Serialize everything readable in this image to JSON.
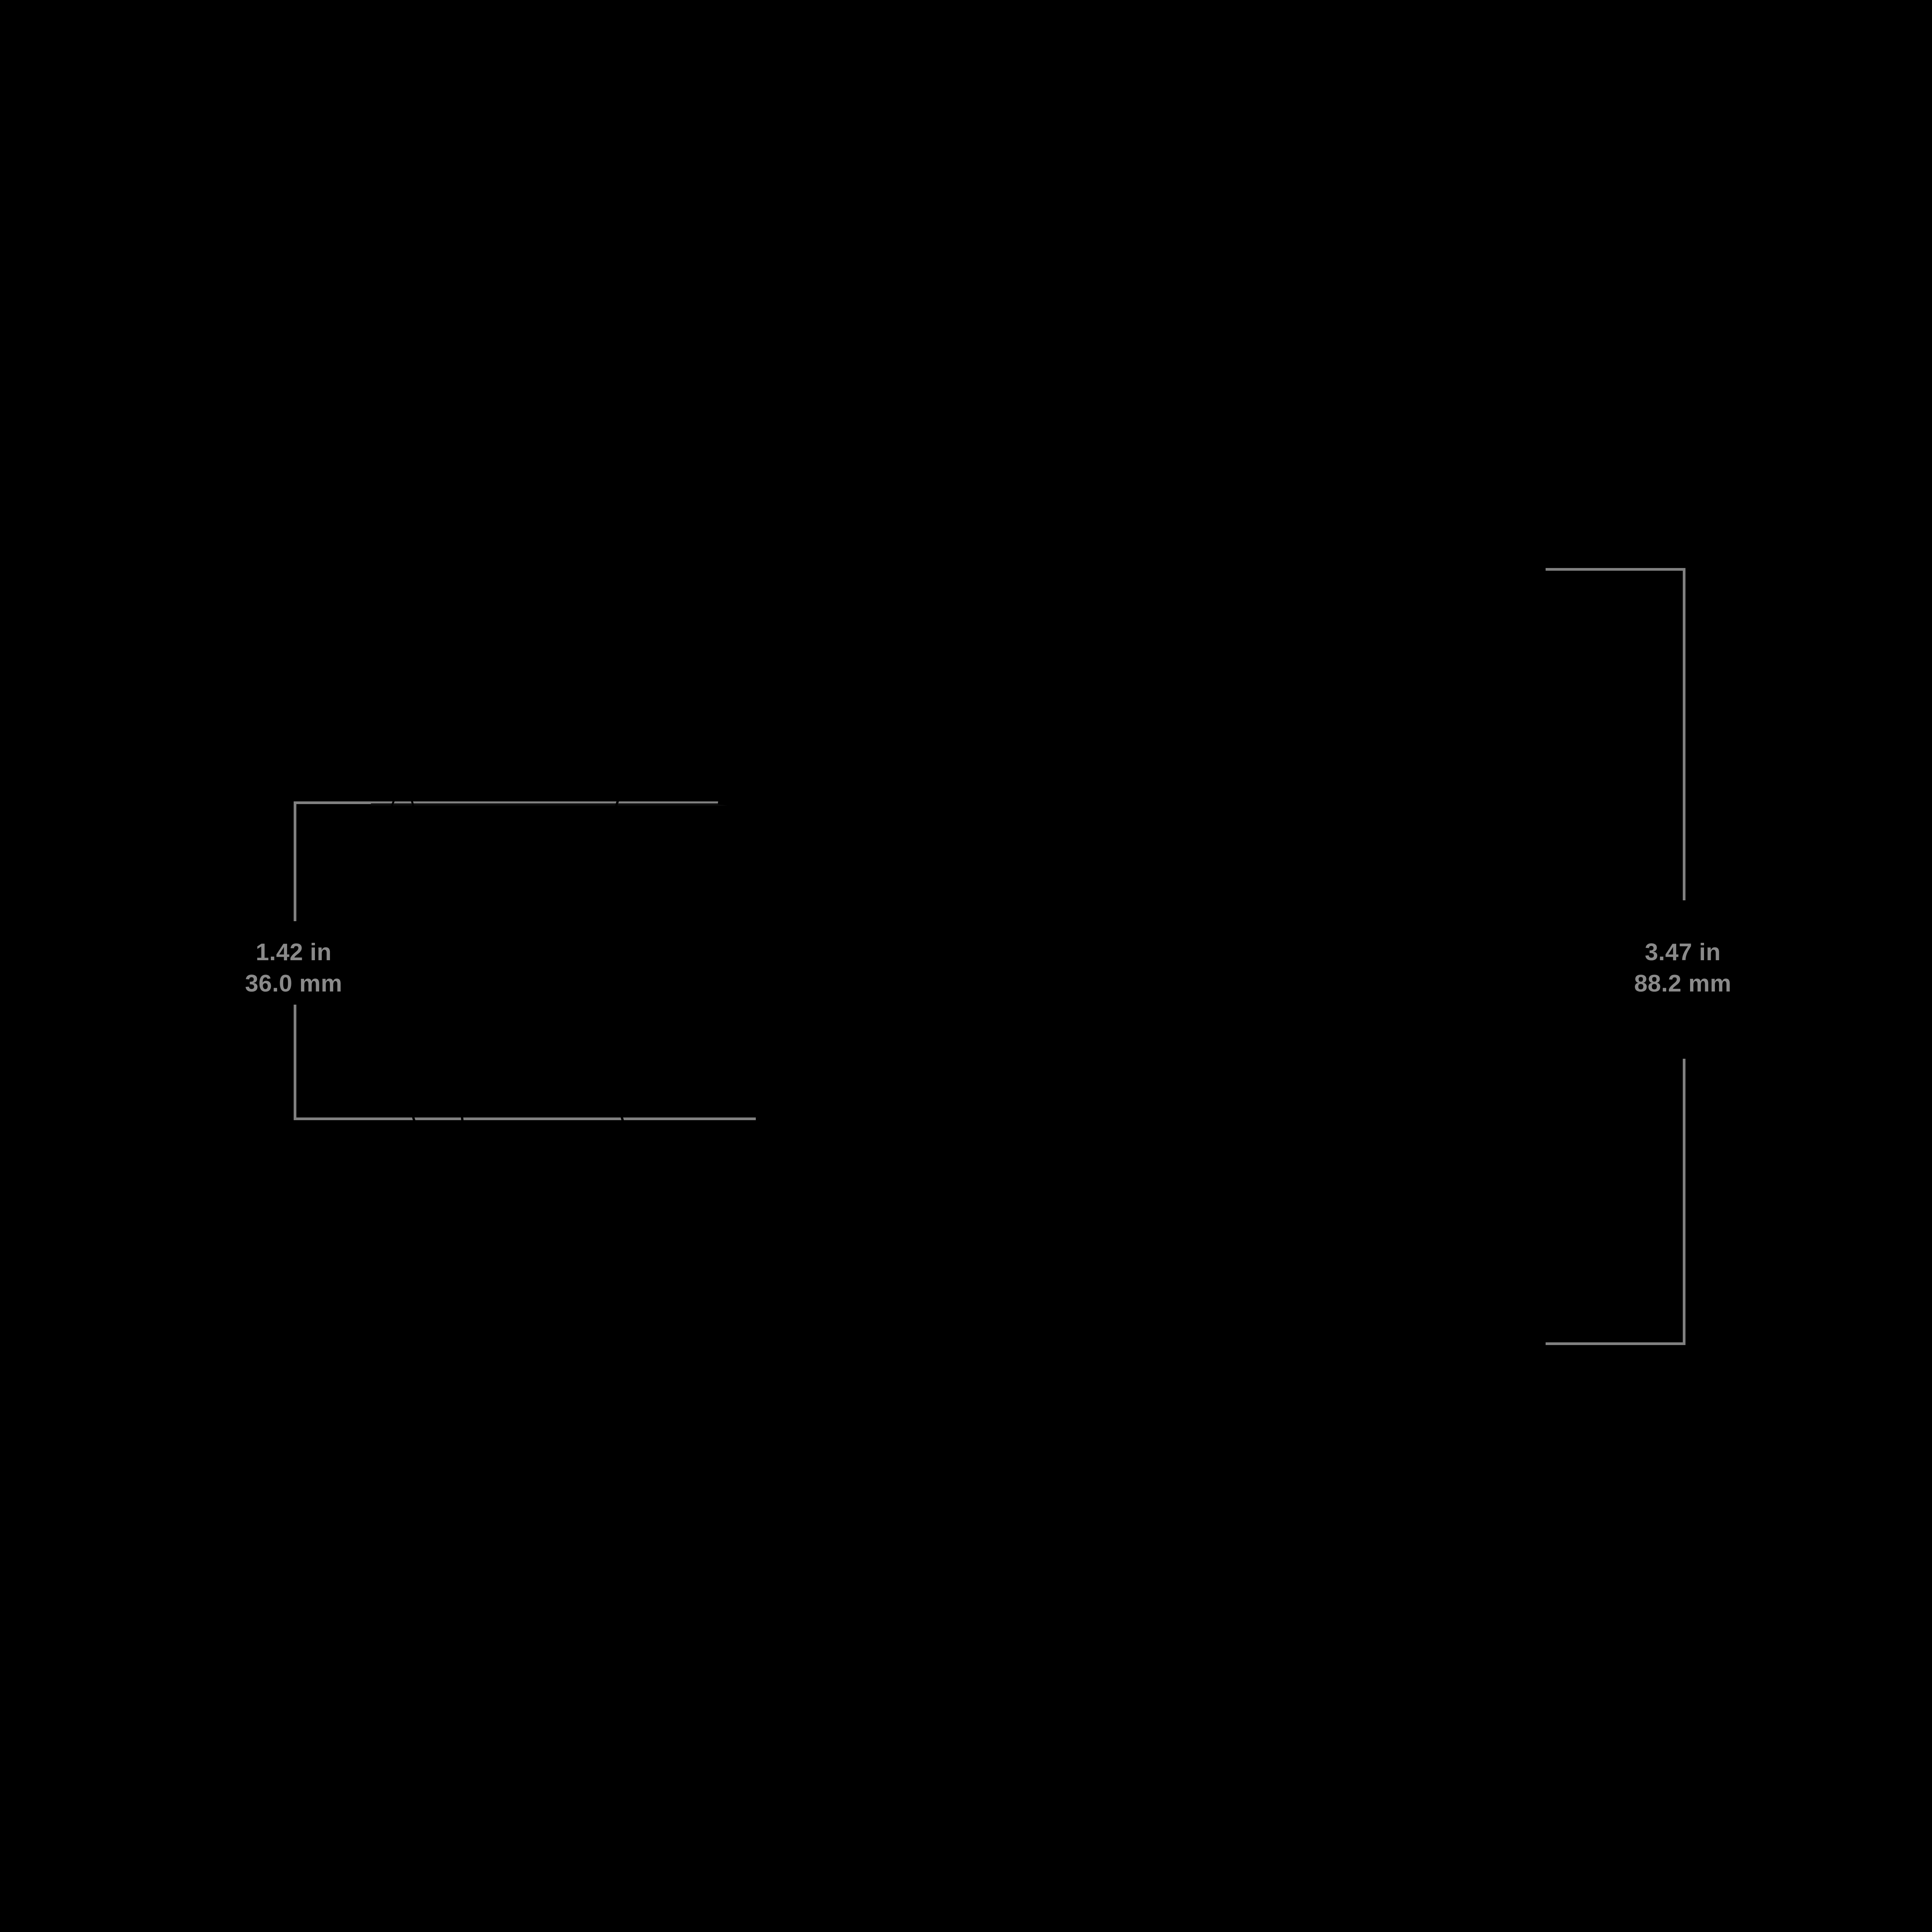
{
  "canvas": {
    "background_color": "#000000",
    "line_color": "#808080",
    "text_color": "#8a8a8a"
  },
  "measurements": [
    {
      "id": "left-dimension",
      "name": "width-dimension",
      "value_imperial": "1.42 in",
      "value_metric": "36.0 mm",
      "orientation": "vertical"
    },
    {
      "id": "right-dimension",
      "name": "height-dimension",
      "value_imperial": "3.47 in",
      "value_metric": "88.2 mm",
      "orientation": "vertical"
    }
  ]
}
